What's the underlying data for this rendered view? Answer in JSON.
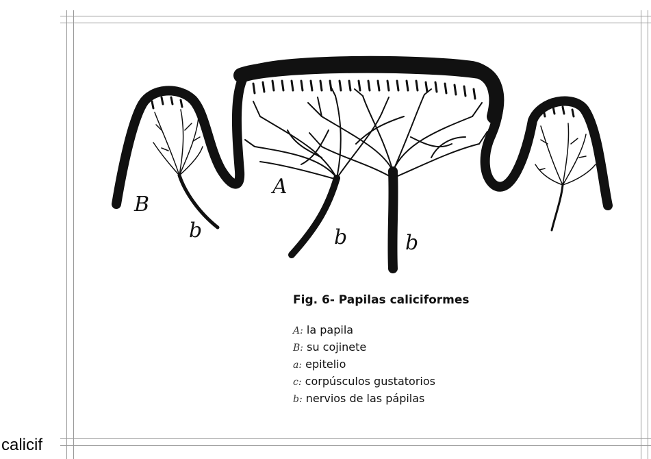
{
  "figure": {
    "labels": {
      "A": "A",
      "B": "B",
      "b1": "b",
      "b2": "b",
      "b3": "b"
    },
    "caption": "Fig. 6- Papilas caliciformes",
    "legend": [
      {
        "key": "A:",
        "text": "la papila"
      },
      {
        "key": "B:",
        "text": "su cojinete"
      },
      {
        "key": "a:",
        "text": "epitelio"
      },
      {
        "key": "c:",
        "text": "corpúsculos gustatorios"
      },
      {
        "key": "b:",
        "text": "nervios de las pápilas"
      }
    ],
    "colors": {
      "ink": "#111111",
      "frame": "#9a9a9a"
    }
  },
  "stray_text": "calicif"
}
